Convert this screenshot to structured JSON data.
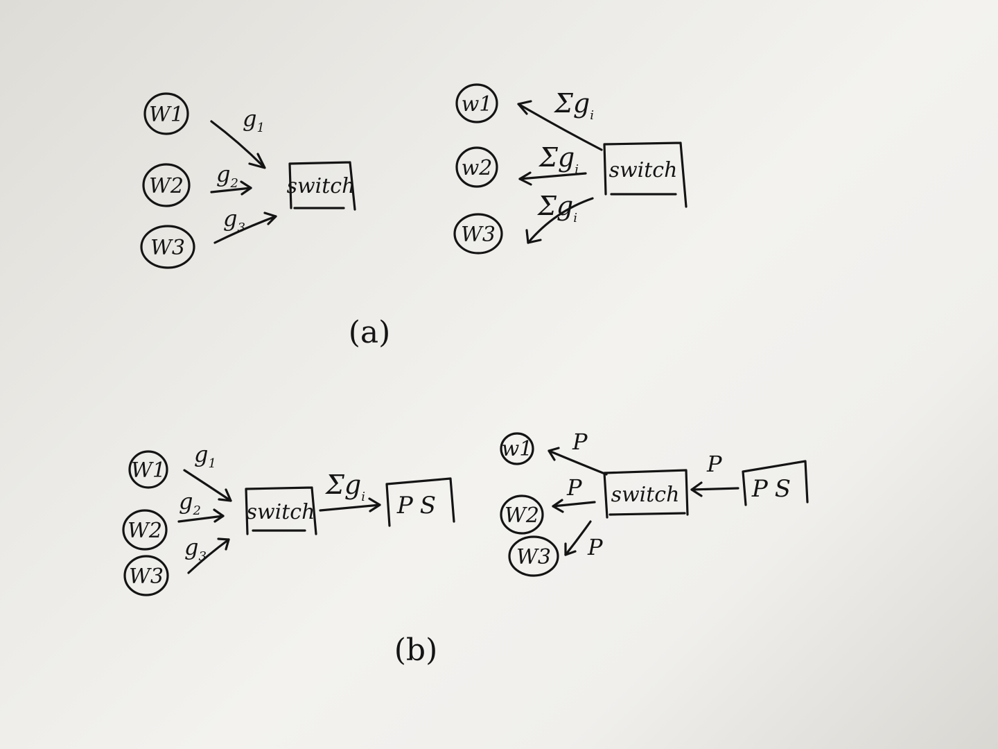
{
  "figure_a": {
    "caption": "(a)",
    "left": {
      "workers": [
        "W1",
        "W2",
        "W3"
      ],
      "switch_label": "switch",
      "edge_labels": [
        {
          "base": "g",
          "sub": "1"
        },
        {
          "base": "g",
          "sub": "2"
        },
        {
          "base": "g",
          "sub": "3"
        }
      ]
    },
    "right": {
      "workers": [
        "w1",
        "w2",
        "W3"
      ],
      "switch_label": "switch",
      "edge_label": {
        "base": "Σg",
        "sub": "i"
      }
    }
  },
  "figure_b": {
    "caption": "(b)",
    "left": {
      "workers": [
        "W1",
        "W2",
        "W3"
      ],
      "switch_label": "switch",
      "ps_label": "PS",
      "edge_labels": [
        {
          "base": "g",
          "sub": "1"
        },
        {
          "base": "g",
          "sub": "2"
        },
        {
          "base": "g",
          "sub": "3"
        }
      ],
      "sum_label": {
        "base": "Σg",
        "sub": "i"
      }
    },
    "right": {
      "workers": [
        "w1",
        "W2",
        "W3"
      ],
      "switch_label": "switch",
      "ps_label": "PS",
      "edge_label": "P"
    }
  }
}
